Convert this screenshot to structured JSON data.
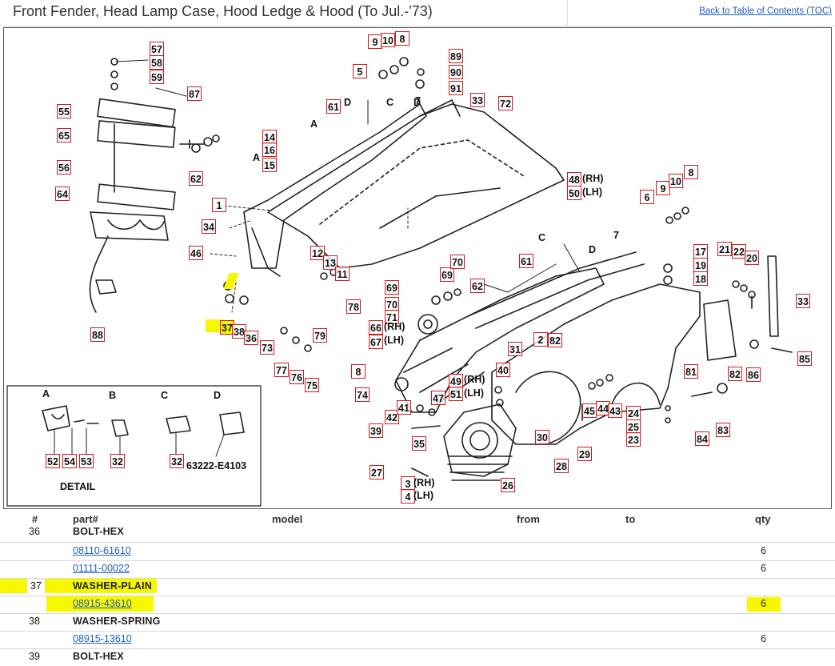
{
  "page": {
    "title": "Front Fender, Head Lamp Case, Hood Ledge & Hood (To Jul.-'73)",
    "toc_link": "Back to Table of Contents (TOC)"
  },
  "diagram": {
    "detail_label": "DETAIL",
    "detail_panel_letters": [
      "A",
      "B",
      "C",
      "D"
    ],
    "detail_part_code": "63222-E4103",
    "view_letters": [
      "A",
      "A",
      "D",
      "C",
      "D",
      "C",
      "D"
    ],
    "callouts": [
      "57",
      "58",
      "59",
      "87",
      "55",
      "65",
      "56",
      "64",
      "62",
      "14",
      "16",
      "15",
      "61",
      "9",
      "10",
      "8",
      "5",
      "89",
      "90",
      "91",
      "33",
      "72",
      "1",
      "34",
      "46",
      "88",
      "12",
      "13",
      "11",
      "78",
      "37",
      "38",
      "36",
      "73",
      "77",
      "76",
      "75",
      "79",
      "69",
      "70",
      "71",
      "69",
      "70",
      "62",
      "66",
      "67",
      "48",
      "50",
      "6",
      "9",
      "10",
      "8",
      "61",
      "17",
      "19",
      "18",
      "21",
      "22",
      "20",
      "33",
      "7",
      "8",
      "74",
      "42",
      "41",
      "47",
      "49",
      "51",
      "40",
      "31",
      "2",
      "82",
      "81",
      "82",
      "86",
      "85",
      "45",
      "44",
      "43",
      "24",
      "25",
      "23",
      "84",
      "83",
      "39",
      "35",
      "30",
      "29",
      "27",
      "3",
      "4",
      "26",
      "28",
      "52",
      "54",
      "53",
      "32",
      "32"
    ],
    "callout_suffixes": [
      "(RH)",
      "(LH)",
      "(RH)",
      "(LH)",
      "(RH)",
      "(LH)",
      "(RH)",
      "(LH)"
    ]
  },
  "table": {
    "headers": {
      "num": "#",
      "part": "part#",
      "model": "model",
      "from": "from",
      "to": "to",
      "qty": "qty"
    },
    "rows": [
      {
        "num": "36",
        "desc": "BOLT-HEX"
      },
      {
        "part": "08110-61610",
        "qty": "6"
      },
      {
        "part": "01111-00022",
        "qty": "6"
      },
      {
        "num": "37",
        "desc": "WASHER-PLAIN"
      },
      {
        "part": "08915-43610",
        "qty": "6"
      },
      {
        "num": "38",
        "desc": "WASHER-SPRING"
      },
      {
        "part": "08915-13610",
        "qty": "6"
      },
      {
        "num": "39",
        "desc": "BOLT-HEX"
      }
    ]
  },
  "colors": {
    "callout_border": "#d21a1a",
    "highlight": "#f7f700",
    "link": "#1f5fbf"
  }
}
